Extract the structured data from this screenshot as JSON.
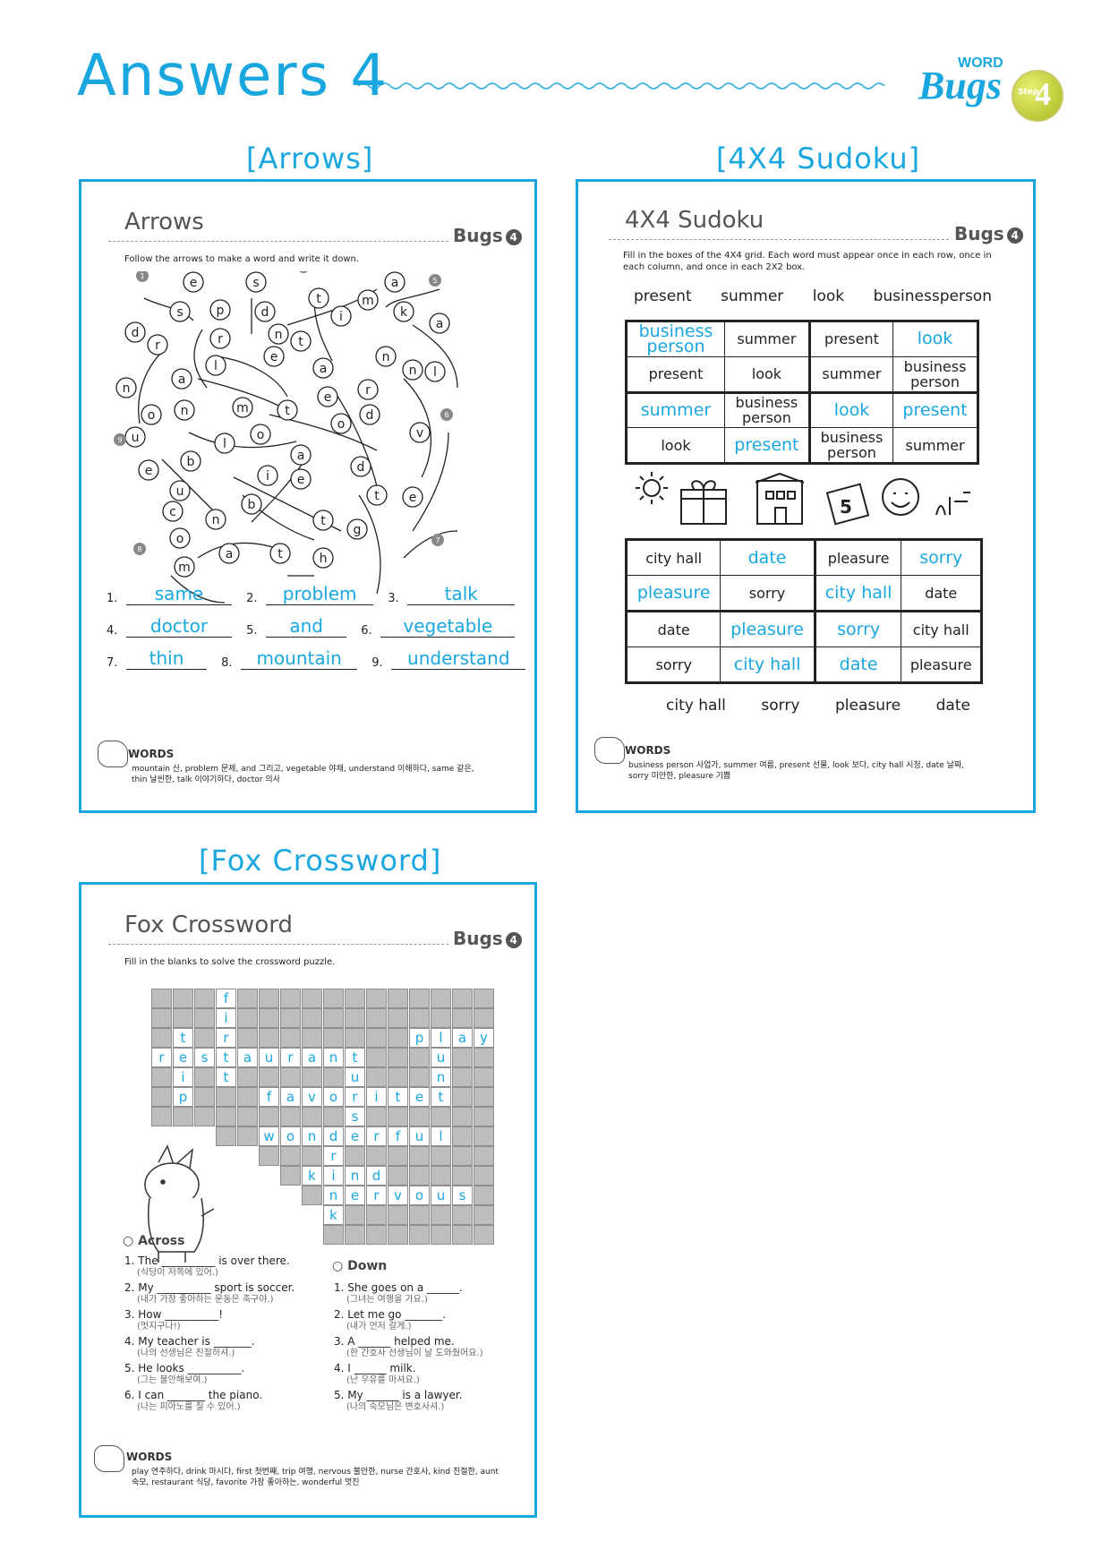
{
  "header": {
    "title": "Answers 4",
    "logo_word": "WORD",
    "logo_bugs": "Bugs",
    "logo_step": "Step",
    "logo_num": "4"
  },
  "sections": {
    "arrows_title": "[Arrows]",
    "sudoku_title": "[4X4 Sudoku]",
    "fox_title": "[Fox Crossword]"
  },
  "arrows": {
    "title": "Arrows",
    "instruction": "Follow the arrows to make a word and write it down.",
    "answers": [
      {
        "num": "1.",
        "word": "same"
      },
      {
        "num": "2.",
        "word": "problem"
      },
      {
        "num": "3.",
        "word": "talk"
      },
      {
        "num": "4.",
        "word": "doctor"
      },
      {
        "num": "5.",
        "word": "and"
      },
      {
        "num": "6.",
        "word": "vegetable"
      },
      {
        "num": "7.",
        "word": "thin"
      },
      {
        "num": "8.",
        "word": "mountain"
      },
      {
        "num": "9.",
        "word": "understand"
      }
    ],
    "words_head": "WORDS",
    "words_text": "mountain 산, problem 문제, and 그리고, vegetable 야채, understand 이해하다, same 같은, thin 날씬한, talk 이야기하다, doctor 의사"
  },
  "sudoku": {
    "title": "4X4 Sudoku",
    "instruction": "Fill in the boxes of the 4X4 grid. Each word must appear once in each row, once in each column, and once in each 2X2 box.",
    "top_words": [
      "present",
      "summer",
      "look",
      "businessperson"
    ],
    "grid1": [
      [
        {
          "t": "business person",
          "b": true
        },
        {
          "t": "summer",
          "b": false
        },
        {
          "t": "present",
          "b": false
        },
        {
          "t": "look",
          "b": true
        }
      ],
      [
        {
          "t": "present",
          "b": false
        },
        {
          "t": "look",
          "b": false
        },
        {
          "t": "summer",
          "b": false
        },
        {
          "t": "business person",
          "b": false
        }
      ],
      [
        {
          "t": "summer",
          "b": true
        },
        {
          "t": "business person",
          "b": false
        },
        {
          "t": "look",
          "b": true
        },
        {
          "t": "present",
          "b": true
        }
      ],
      [
        {
          "t": "look",
          "b": false
        },
        {
          "t": "present",
          "b": true
        },
        {
          "t": "business person",
          "b": false
        },
        {
          "t": "summer",
          "b": false
        }
      ]
    ],
    "grid2": [
      [
        {
          "t": "city hall",
          "b": false
        },
        {
          "t": "date",
          "b": true
        },
        {
          "t": "pleasure",
          "b": false
        },
        {
          "t": "sorry",
          "b": true
        }
      ],
      [
        {
          "t": "pleasure",
          "b": true
        },
        {
          "t": "sorry",
          "b": false
        },
        {
          "t": "city hall",
          "b": true
        },
        {
          "t": "date",
          "b": false
        }
      ],
      [
        {
          "t": "date",
          "b": false
        },
        {
          "t": "pleasure",
          "b": true
        },
        {
          "t": "sorry",
          "b": true
        },
        {
          "t": "city hall",
          "b": false
        }
      ],
      [
        {
          "t": "sorry",
          "b": false
        },
        {
          "t": "city hall",
          "b": true
        },
        {
          "t": "date",
          "b": true
        },
        {
          "t": "pleasure",
          "b": false
        }
      ]
    ],
    "bottom_words": [
      "city hall",
      "sorry",
      "pleasure",
      "date"
    ],
    "words_head": "WORDS",
    "words_text": "business person 사업가, summer 여름, present 선물, look 보다, city hall 시청, date 날짜, sorry 미안한, pleasure 기쁨"
  },
  "fox": {
    "title": "Fox Crossword",
    "instruction": "Fill in the blanks to solve the crossword puzzle.",
    "across_head": "Across",
    "down_head": "Down",
    "across": [
      {
        "en": "1. The __________ is over there.",
        "kr": "(식당이 저쪽에 있어.)"
      },
      {
        "en": "2. My __________ sport is soccer.",
        "kr": "(내가 가장 좋아하는 운동은 축구야.)"
      },
      {
        "en": "3. How __________!",
        "kr": "(멋지구나!)"
      },
      {
        "en": "4. My teacher is _______.",
        "kr": "(나의 선생님은 친절하셔.)"
      },
      {
        "en": "5. He looks __________.",
        "kr": "(그는 불안해보여.)"
      },
      {
        "en": "6. I can _______ the piano.",
        "kr": "(나는 피아노를 칠 수 있어.)"
      }
    ],
    "down": [
      {
        "en": "1. She goes on a ______.",
        "kr": "(그녀는 여행을 가요.)"
      },
      {
        "en": "2. Let me go _______.",
        "kr": "(내가 먼저 갈게.)"
      },
      {
        "en": "3. A ______ helped me.",
        "kr": "(한 간호사 선생님이 날 도와줬어요.)"
      },
      {
        "en": "4. I ______ milk.",
        "kr": "(난 우유를 마셔요.)"
      },
      {
        "en": "5. My ______ is a lawyer.",
        "kr": "(나의 숙모님은 변호사셔.)"
      }
    ],
    "words_head": "WORDS",
    "words_text": "play 연주하다, drink 마시다, first 첫번째, trip 여행, nervous 불안한, nurse 간호사, kind 친절한, aunt 숙모, restaurant 식당, favorite 가장 좋아하는, wonderful 멋진"
  }
}
